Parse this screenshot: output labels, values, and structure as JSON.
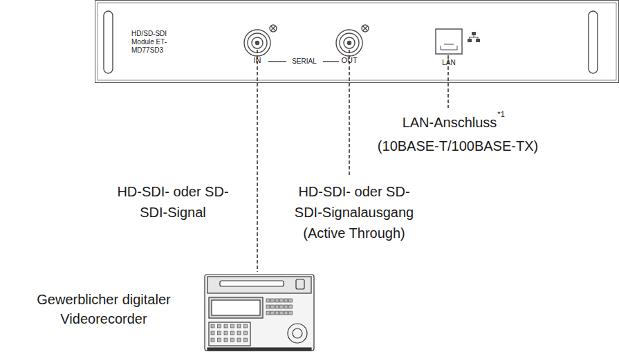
{
  "diagram": {
    "nodes": [
      {
        "text": [
          "HD/SD-SDI Module ET-MD77SD3"
        ]
      },
      {
        "text": [
          "Gewerblicher digitaler Videorecorder"
        ]
      }
    ],
    "edges": [
      {
        "from": 0,
        "to": 1,
        "arrow": "none",
        "label": "HD-SDI- oder SD-SDI-Signal"
      }
    ],
    "labels": [
      "IN",
      "SERIAL",
      "OUT",
      "LAN",
      "LAN-Anschluss",
      "*1",
      "(10BASE-T/100BASE-TX)",
      "HD-SDI- oder SD-SDI-Signalausgang (Active Through)"
    ]
  }
}
